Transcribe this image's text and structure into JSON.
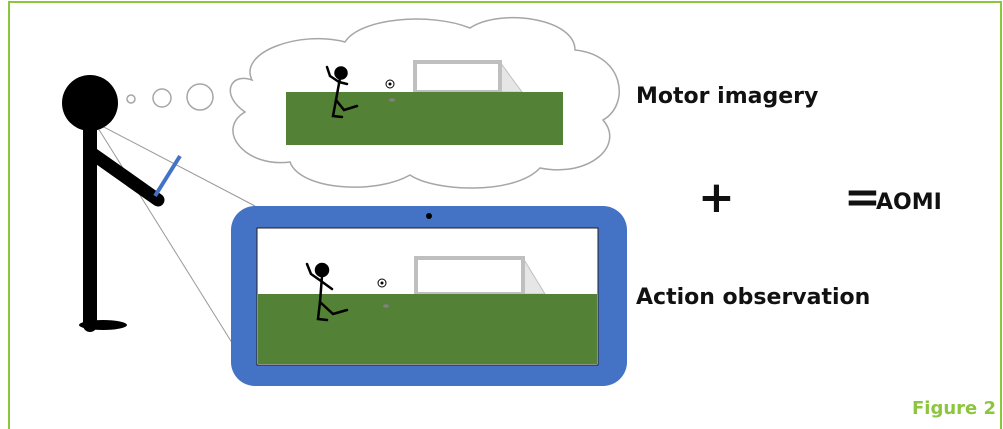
{
  "labels": {
    "motor_imagery": "Motor imagery",
    "action_observation": "Action observation",
    "plus": "+",
    "equals": "=",
    "aomi": "AOMI",
    "figure": "Figure 2"
  },
  "colors": {
    "frame_border": "#8cc63f",
    "figure_label": "#8cc63f",
    "field_green": "#538135",
    "tablet_blue": "#4472c4",
    "figure_black": "#000000",
    "goal_grey": "#d9d9d9"
  },
  "icons": {
    "person": "stick-figure-icon",
    "thought": "thought-cloud-icon",
    "tablet": "tablet-icon",
    "ball": "soccer-ball-icon",
    "goal": "goal-icon"
  }
}
